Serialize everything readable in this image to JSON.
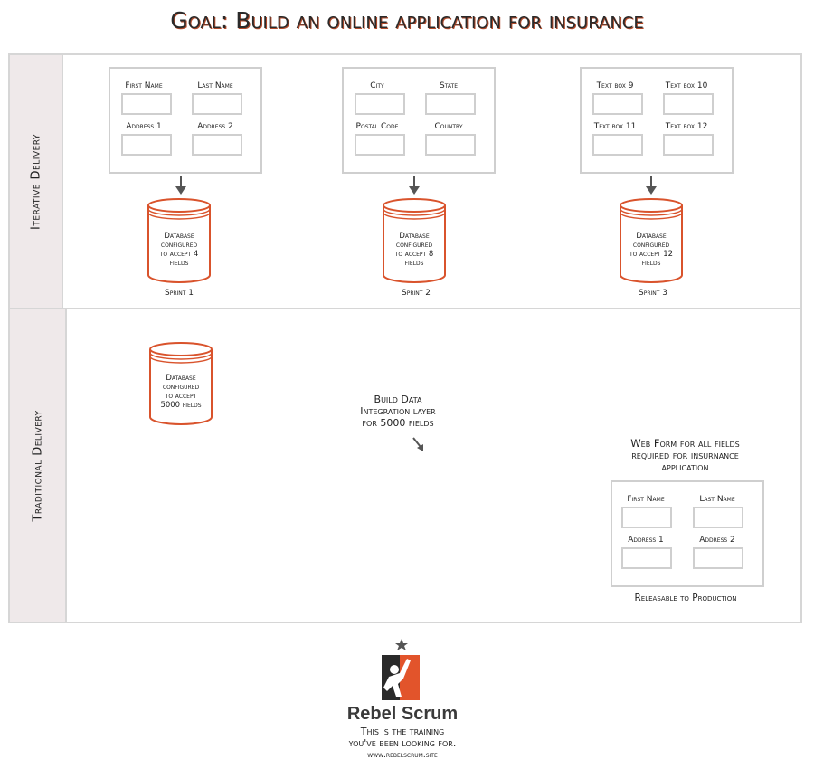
{
  "title": "Goal: Build an online application for insurance",
  "lanes": {
    "iterative": "Iterative Delivery",
    "traditional": "Traditional Delivery"
  },
  "sprints": [
    {
      "fields": [
        "First Name",
        "Last Name",
        "Address 1",
        "Address 2"
      ],
      "db_text": "Database\nconfigured\nto accept 4\nfields",
      "label": "Sprint 1"
    },
    {
      "fields": [
        "City",
        "State",
        "Postal Code",
        "Country"
      ],
      "db_text": "Database\nconfigured\nto accept 8\nfields",
      "label": "Sprint 2"
    },
    {
      "fields": [
        "Text box 9",
        "Text box 10",
        "Text box 11",
        "Text box 12"
      ],
      "db_text": "Database\nconfigured\nto accept 12\nfields",
      "label": "Sprint 3"
    }
  ],
  "traditional": {
    "db_text": "Database\nconfigured\nto accept\n5000 fields",
    "integration_text": "Build Data\nIntegration layer\nfor 5000 fields",
    "webform_title": "Web Form for all fields\nrequired for insurnance\napplication",
    "webform_fields": [
      "First Name",
      "Last Name",
      "Address 1",
      "Address 2"
    ],
    "releasable": "Releasable to Production"
  },
  "branding": {
    "name": "Rebel Scrum",
    "tagline": "This is the training\nyou've been looking for.",
    "url": "www.rebelscrum.site"
  },
  "colors": {
    "database_stroke": "#d9532c",
    "arrow": "#555555",
    "lane_label_bg": "#efe9ea",
    "border": "#d6d6d6"
  }
}
